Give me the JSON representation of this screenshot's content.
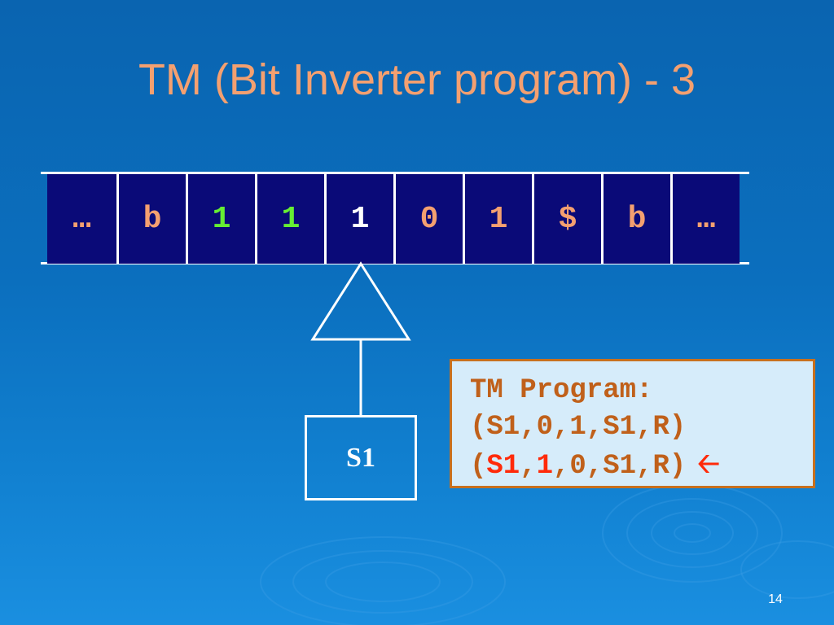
{
  "slide": {
    "title": "TM (Bit Inverter program) - 3",
    "slide_number": "14"
  },
  "tape": {
    "cells": [
      {
        "symbol": "…",
        "color": "#f4a070"
      },
      {
        "symbol": "b",
        "color": "#f4a070"
      },
      {
        "symbol": "1",
        "color": "#66ee33"
      },
      {
        "symbol": "1",
        "color": "#66ee33"
      },
      {
        "symbol": "1",
        "color": "#ffffff"
      },
      {
        "symbol": "0",
        "color": "#f4a070"
      },
      {
        "symbol": "1",
        "color": "#f4a070"
      },
      {
        "symbol": "$",
        "color": "#f4a070"
      },
      {
        "symbol": "b",
        "color": "#f4a070"
      },
      {
        "symbol": "…",
        "color": "#f4a070"
      }
    ],
    "head_position_index": 4
  },
  "head": {
    "state": "S1"
  },
  "program": {
    "header": "TM Program:",
    "rules": [
      {
        "open": "(",
        "state": "S1",
        "sep1": ",",
        "read": "0",
        "rest": ",1,S1,R)",
        "active": false
      },
      {
        "open": "(",
        "state": "S1",
        "sep1": ",",
        "read": "1",
        "rest": ",0,S1,R)",
        "active": true
      }
    ],
    "active_rule_marker": "left-arrow-icon"
  },
  "colors": {
    "title": "#f4a070",
    "tape_cell_bg": "#0a0a78",
    "program_text": "#c0601a",
    "program_highlight": "#ff2a0a",
    "program_bg": "#d6ecfa",
    "program_border": "#c8701e"
  }
}
